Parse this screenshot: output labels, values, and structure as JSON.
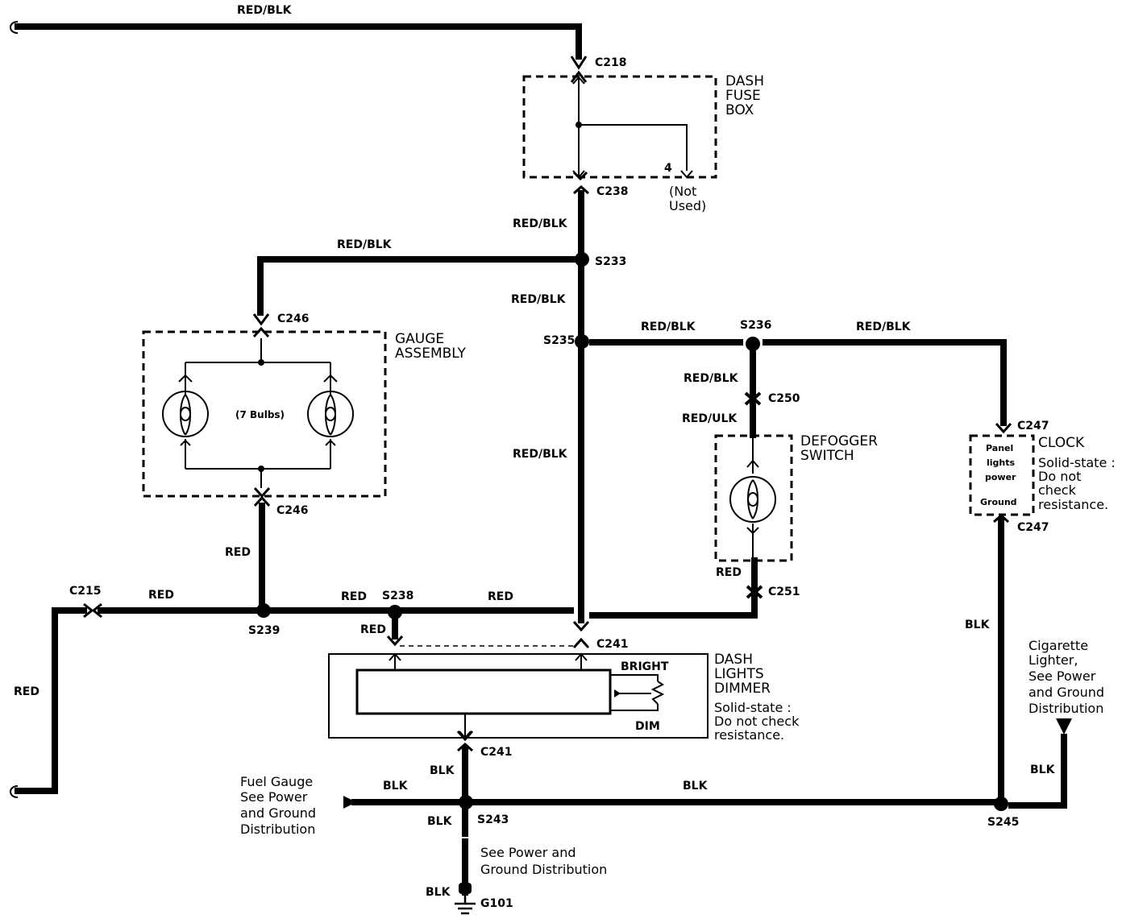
{
  "wires": {
    "w_top": "RED/BLK",
    "w_c238_s233": "RED/BLK",
    "w_s233_gauge": "RED/BLK",
    "w_s233_s235": "RED/BLK",
    "w_s235_s236": "RED/BLK",
    "w_s236_clock": "RED/BLK",
    "w_s236_c250": "RED/BLK",
    "w_c250_def": "RED/ULK",
    "w_s235_c241": "RED/BLK",
    "w_gauge_s239": "RED",
    "w_c215_s239": "RED",
    "w_s239_s238": "RED",
    "w_s238_c241": "RED",
    "w_s238_down": "RED",
    "w_def_c251": "RED",
    "w_left": "RED",
    "w_clock_s245": "BLK",
    "w_lighter": "BLK",
    "w_c241_s243": "BLK",
    "w_fuel_s243": "BLK",
    "w_s243_s245": "BLK",
    "w_s243_down": "BLK",
    "w_ground": "BLK"
  },
  "connectors": {
    "c218": "C218",
    "c238": "C238",
    "c246_top": "C246",
    "c246_bot": "C246",
    "c250": "C250",
    "c251": "C251",
    "c247_top": "C247",
    "c247_bot": "C247",
    "c215": "C215",
    "c241_top": "C241",
    "c241_bot": "C241",
    "g101": "G101"
  },
  "splices": {
    "s233": "S233",
    "s235": "S235",
    "s236": "S236",
    "s238": "S238",
    "s239": "S239",
    "s243": "S243",
    "s245": "S245"
  },
  "components": {
    "fuse_box": {
      "line1": "DASH",
      "line2": "FUSE",
      "line3": "BOX",
      "fuse_num": "4",
      "not_used_1": "(Not",
      "not_used_2": "Used)"
    },
    "gauge": {
      "line1": "GAUGE",
      "line2": "ASSEMBLY",
      "bulbs": "(7 Bulbs)"
    },
    "defogger": {
      "line1": "DEFOGGER",
      "line2": "SWITCH"
    },
    "clock": {
      "title": "CLOCK",
      "panel1": "Panel",
      "panel2": "lights",
      "panel3": "power",
      "ground": "Ground",
      "note1": "Solid-state :",
      "note2": "Do not",
      "note3": "check",
      "note4": "resistance."
    },
    "dimmer": {
      "line1": "DASH",
      "line2": "LIGHTS",
      "line3": "DIMMER",
      "bright": "BRIGHT",
      "dim": "DIM",
      "note1": "Solid-state :",
      "note2": "Do not check",
      "note3": "resistance."
    }
  },
  "refs": {
    "fuel1": "Fuel Gauge",
    "fuel2": "See Power",
    "fuel3": "and Ground",
    "fuel4": "Distribution",
    "cig1": "Cigarette",
    "cig2": "Lighter,",
    "cig3": "See Power",
    "cig4": "and Ground",
    "cig5": "Distribution",
    "pgd1": "See Power and",
    "pgd2": "Ground Distribution"
  }
}
